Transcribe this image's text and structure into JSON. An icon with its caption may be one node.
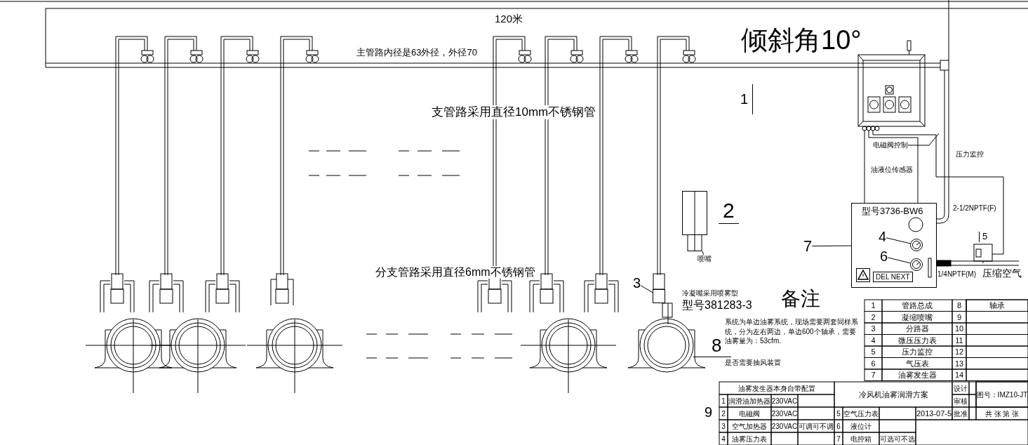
{
  "diagram": {
    "nodes": [
      {
        "text": [
          "型号3736-BW6",
          "DEL NEXT"
        ]
      },
      {
        "text": [],
        "shape": "circle",
        "in": 0
      },
      {
        "text": [],
        "shape": "circle",
        "in": 0
      },
      {
        "text": [
          "4"
        ],
        "in": 0
      },
      {
        "text": [
          "6"
        ],
        "in": 0
      },
      {
        "text": [
          "7"
        ]
      },
      {
        "text": [
          "3"
        ]
      },
      {
        "text": [],
        "shape": "box"
      },
      {
        "text": [
          "喷嘴"
        ]
      },
      {
        "text": [],
        "shape": "box"
      },
      {
        "text": [
          "电磁阀控制"
        ]
      }
    ],
    "edges": [
      {
        "from": 3,
        "to": 1,
        "arrow": "none"
      },
      {
        "from": 4,
        "to": 2,
        "arrow": "none"
      },
      {
        "from": 5,
        "to": 0,
        "arrow": "none"
      },
      {
        "from": 6,
        "to": 7,
        "arrow": "none"
      },
      {
        "from": 8,
        "to": 9,
        "arrow": "none"
      },
      {
        "from": 10,
        "to": null,
        "arrow": "none"
      }
    ],
    "labels": [
      "120米",
      "倾斜角10°",
      "主管路内径是63外径，外径70",
      "1",
      "支管路采用直径10mm不锈钢管",
      "油液位传感器",
      "压力监控",
      "2",
      "2-1/2NPTF(F)",
      "5",
      "分支管路采用直径6mm不锈钢管",
      "1/4NPTF(M)",
      "压缩空气",
      "冷凝嘴采用喷雾型",
      "型号381283-3",
      "备注",
      "系统为单边油雾系统，现场需要两套同样系统，分为左右两边，单边600个轴承，需要油雾量为：53cfm.",
      "8",
      "是否需要抽风装置",
      "9",
      "1",
      "管路总成",
      "8",
      "轴承",
      "2",
      "凝缩喷嘴",
      "9",
      "3",
      "分路器",
      "10",
      "4",
      "微压压力表",
      "11",
      "5",
      "压力监控",
      "12",
      "6",
      "气压表",
      "13",
      "7",
      "油雾发生器",
      "14",
      "油雾发生器本身自带配置",
      "冷风机油雾润滑方案",
      "设计",
      "图号：IMZ10-JT",
      "1",
      "润滑油加热器",
      "230VAC",
      "审核",
      "2",
      "电磁阀",
      "230VAC",
      "5",
      "空气压力表",
      "2013-07-5",
      "批准",
      "共 张 第 张",
      "3",
      "空气加热器",
      "230VAC",
      "可调可不调",
      "6",
      "液位计",
      "4",
      "油雾压力表",
      "7",
      "电控箱",
      "可选可不选"
    ]
  }
}
